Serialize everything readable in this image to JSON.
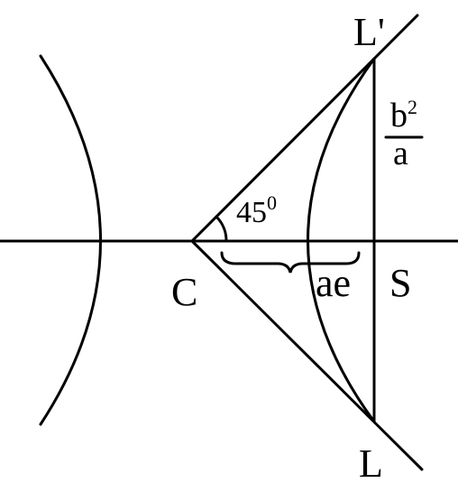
{
  "labels": {
    "l_prime": "L'",
    "l": "L",
    "c": "C",
    "s": "S",
    "ae": "ae",
    "angle_value": "45",
    "angle_sup": "0",
    "frac_num_base": "b",
    "frac_num_exp": "2",
    "frac_den": "a"
  },
  "colors": {
    "stroke": "#000000",
    "background": "#ffffff"
  }
}
